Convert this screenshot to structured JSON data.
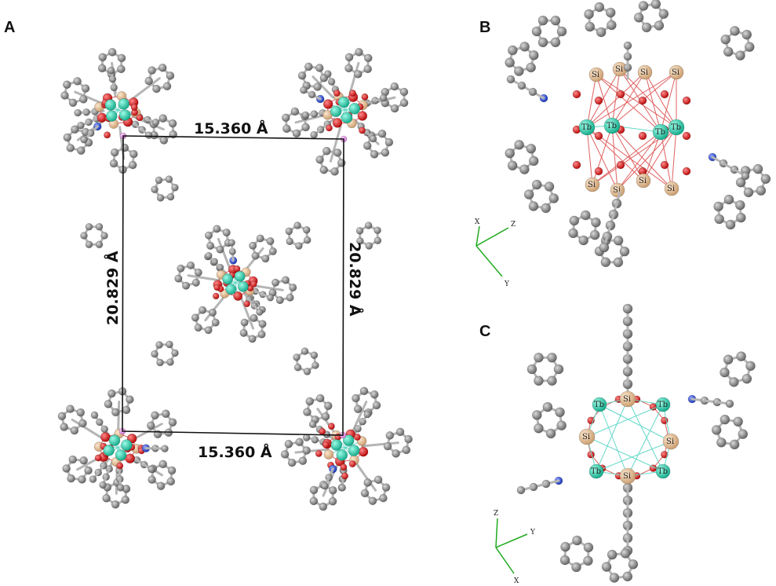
{
  "panels": [
    {
      "letter": "A",
      "dims": {
        "a_top": "15.360 Å",
        "a_bottom": "15.360 Å",
        "b_left": "20.829 Å",
        "b_right": "20.829 Å"
      }
    },
    {
      "letter": "B",
      "labels": {
        "si": "Si",
        "tb": "Tb"
      },
      "axes": {
        "x": "X",
        "y": "Y",
        "z": "Z"
      }
    },
    {
      "letter": "C",
      "labels": {
        "si": "Si",
        "tb": "Tb"
      },
      "axes": {
        "x": "X",
        "y": "Y",
        "z": "Z"
      }
    }
  ],
  "colors": {
    "carbon": "#7a7a7a",
    "oxygen": "#e30b0b",
    "silicon": "#e5c29b",
    "terbium": "#2fd8b6",
    "nitrogen": "#1f3fd1",
    "bond": "#b5b5b5",
    "axis": "#1faa1f"
  }
}
